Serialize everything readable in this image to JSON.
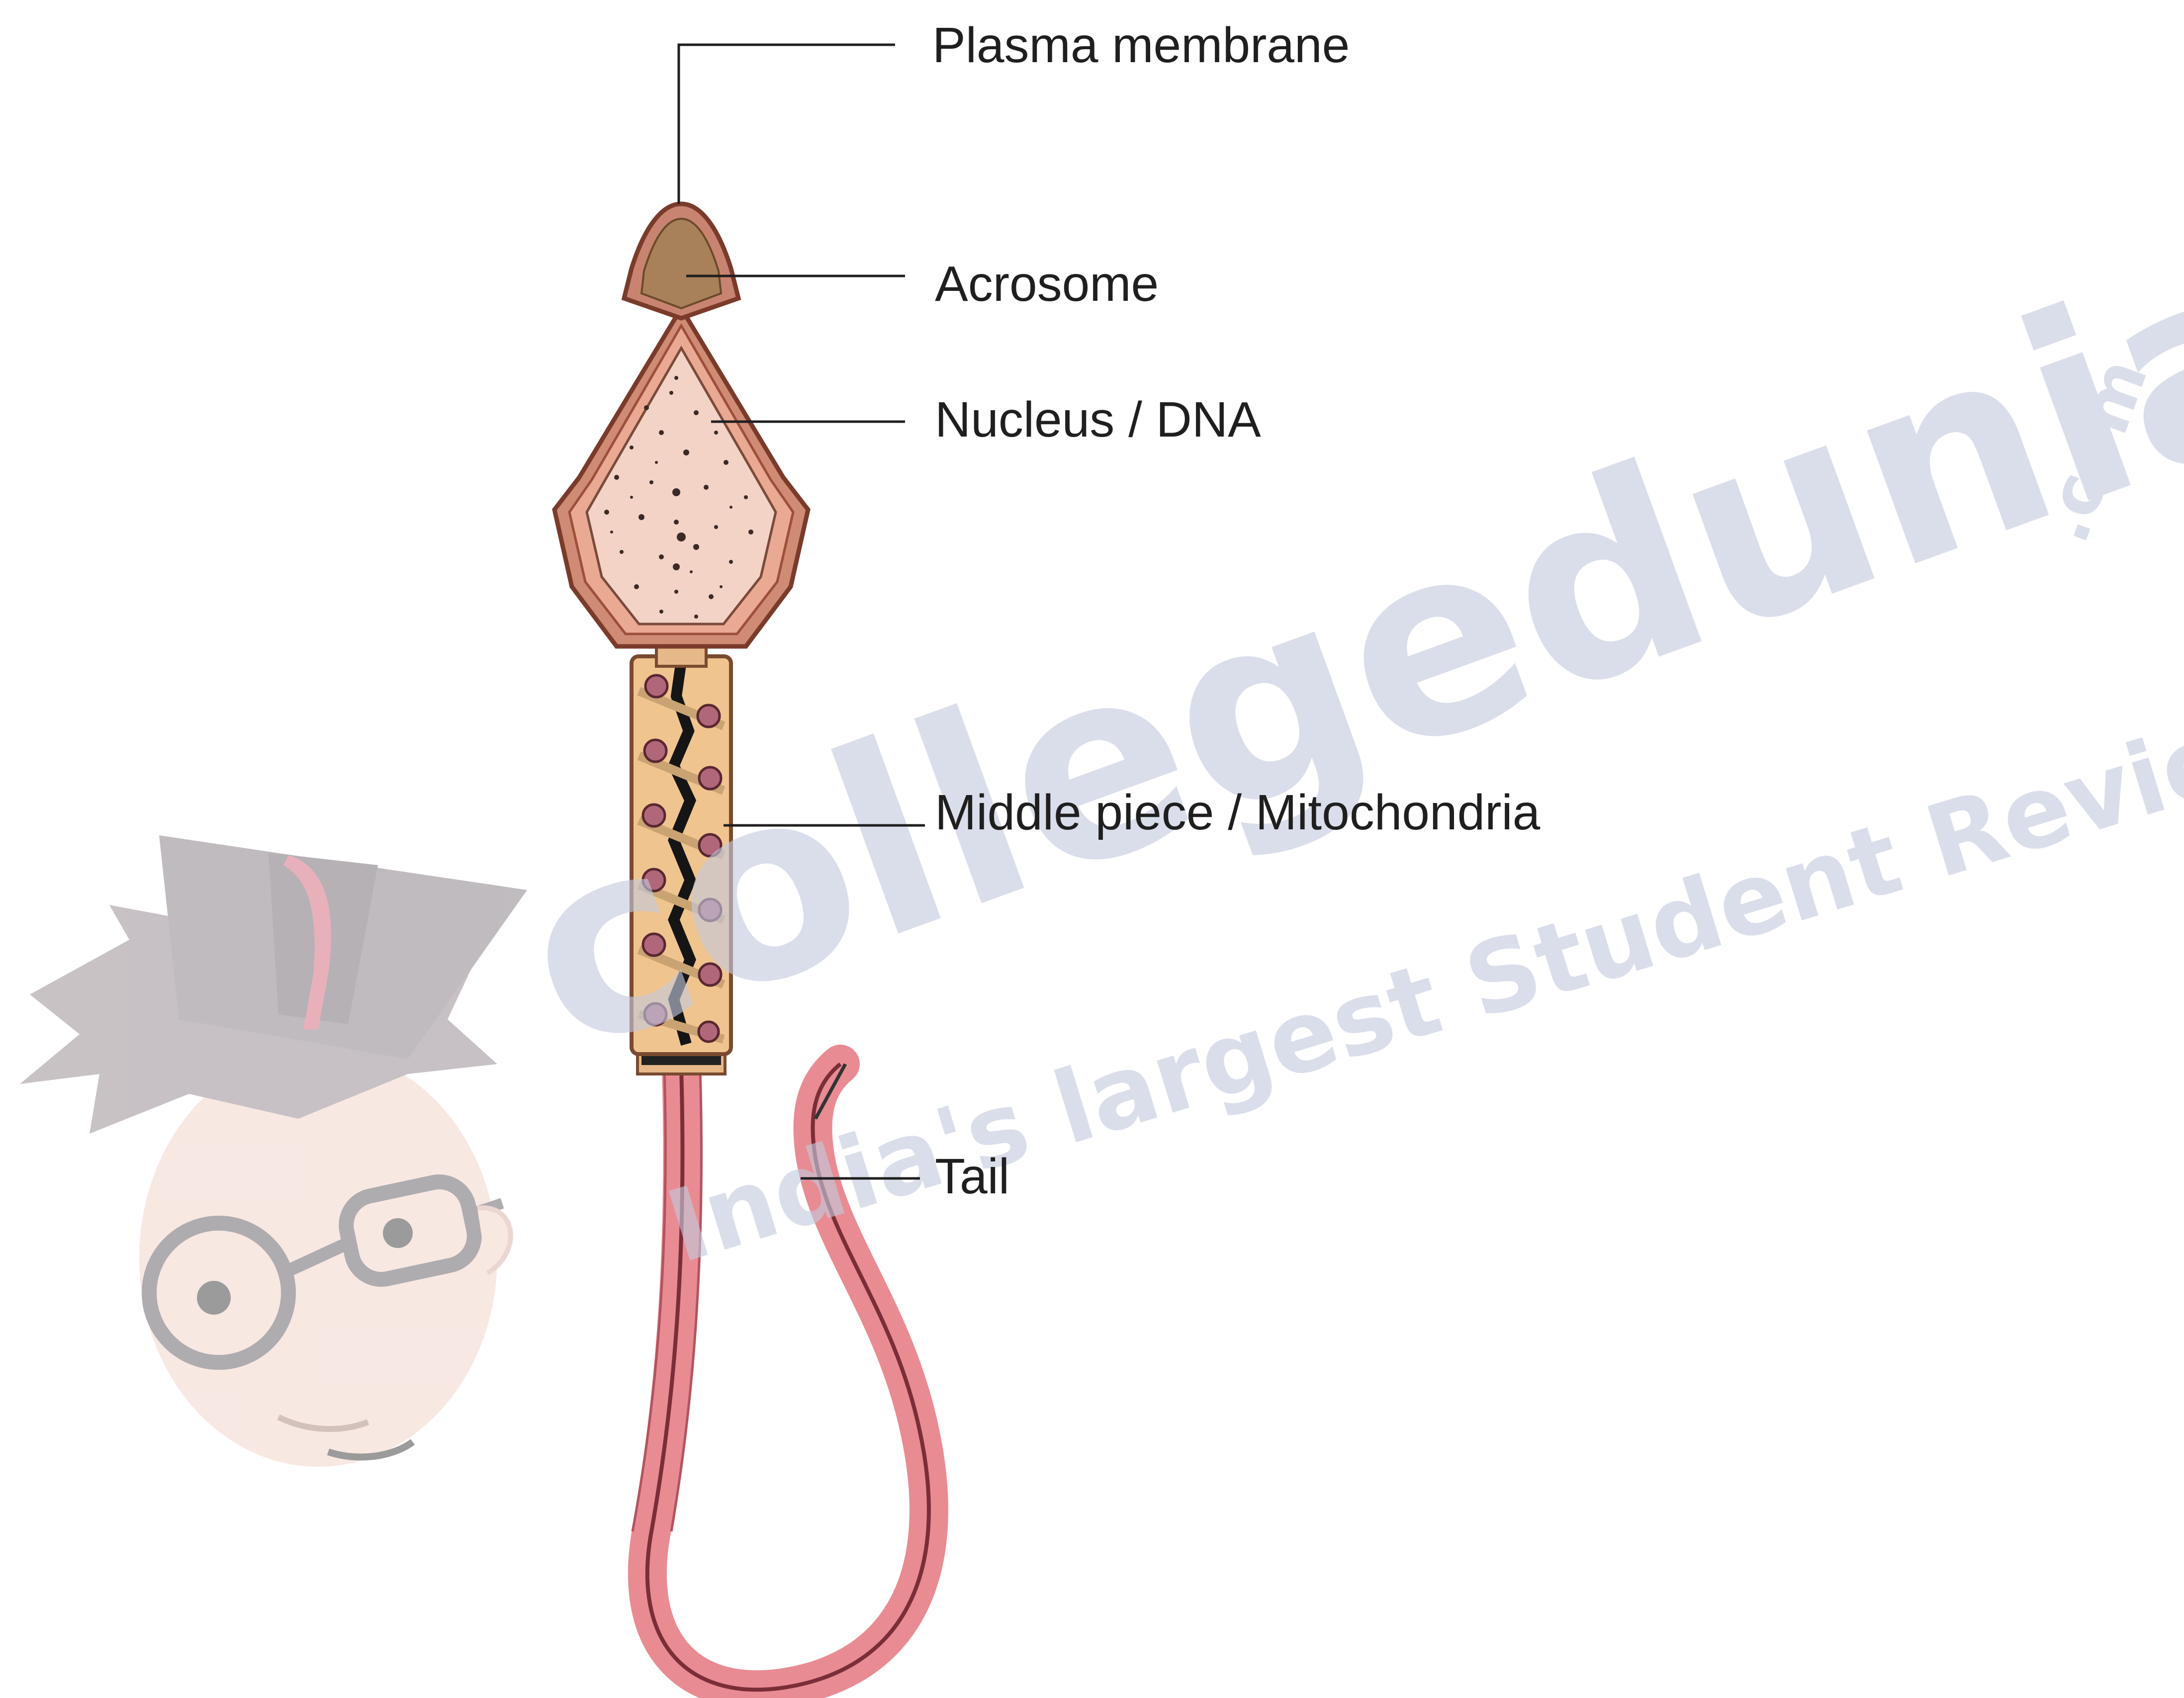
{
  "labels": {
    "plasma_membrane": "Plasma membrane",
    "acrosome": "Acrosome",
    "nucleus": "Nucleus / DNA",
    "middle_piece": "Middle piece / Mitochondria",
    "tail": "Tail"
  },
  "watermark": {
    "brand": "collegedunia",
    "suffix": ".com",
    "tagline": "India's largest Student Review Platform"
  },
  "colors": {
    "membrane": "#c98471",
    "nucleus": "#f2d3c6",
    "acrosome": "#a8805a",
    "midpiece": "#f0c48e",
    "tail": "#e98b93",
    "watermark": "#c3cade"
  }
}
